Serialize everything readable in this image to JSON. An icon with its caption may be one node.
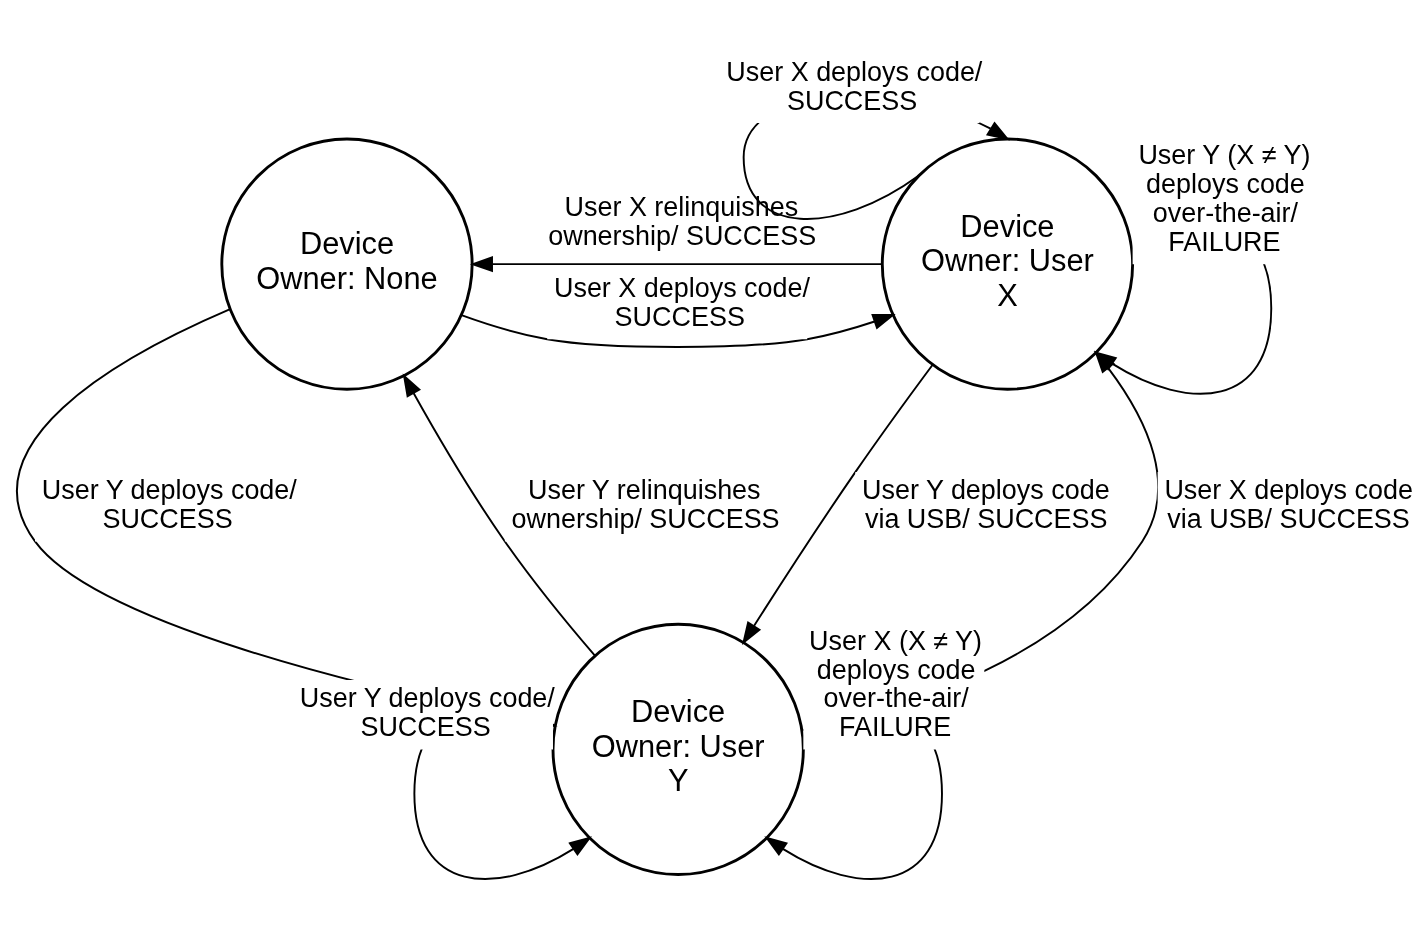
{
  "diagram": {
    "nodes": [
      {
        "text": [
          "Device Owner: None"
        ]
      },
      {
        "text": [
          "Device Owner: User X"
        ]
      },
      {
        "text": [
          "Device Owner: User Y"
        ]
      }
    ],
    "edges": [
      {
        "from": 0,
        "to": 1,
        "arrow": "to",
        "label": "User X deploys code/ SUCCESS"
      },
      {
        "from": 1,
        "to": 1,
        "arrow": "to",
        "label": "User X deploys code/ SUCCESS"
      },
      {
        "from": 1,
        "to": 0,
        "arrow": "to",
        "label": "User X relinquishes ownership/ SUCCESS"
      },
      {
        "from": 1,
        "to": 1,
        "arrow": "to",
        "label": "User Y (X ≠ Y) deploys code over-the-air/ FAILURE"
      },
      {
        "from": 0,
        "to": 2,
        "arrow": "to",
        "label": "User Y deploys code/ SUCCESS"
      },
      {
        "from": 2,
        "to": 1,
        "arrow": "to",
        "label": "User X deploys code via USB/ SUCCESS"
      },
      {
        "from": 2,
        "to": 0,
        "arrow": "to",
        "label": "User Y relinquishes ownership/ SUCCESS"
      },
      {
        "from": 1,
        "to": 2,
        "arrow": "to",
        "label": "User Y deploys code via USB/ SUCCESS"
      },
      {
        "from": 2,
        "to": 2,
        "arrow": "to",
        "label": "User Y deploys code/ SUCCESS"
      },
      {
        "from": 2,
        "to": 2,
        "arrow": "to",
        "label": "User X (X ≠ Y) deploys code over-the-air/ FAILURE"
      }
    ]
  }
}
